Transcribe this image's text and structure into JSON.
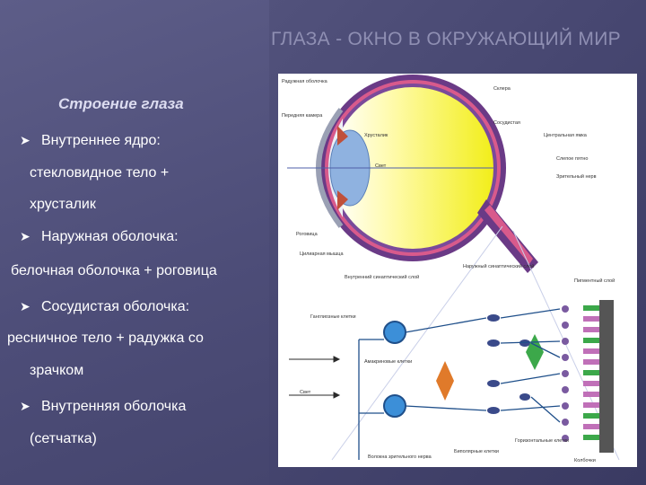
{
  "slide": {
    "title": "ГЛАЗА - ОКНО В ОКРУЖАЮЩИЙ МИР",
    "subtitle": "Строение глаза",
    "bullets": [
      {
        "text": "Внутреннее ядро:",
        "bullet": true
      },
      {
        "text": "стекловидное тело +",
        "bullet": false
      },
      {
        "text": "хрусталик",
        "bullet": false
      },
      {
        "text": "Наружная оболочка:",
        "bullet": true
      },
      {
        "text": "белочная оболочка + роговица",
        "bullet": false
      },
      {
        "text": "Сосудистая оболочка:",
        "bullet": true
      },
      {
        "text": "ресничное тело + радужка со",
        "bullet": false
      },
      {
        "text": "зрачком",
        "bullet": false
      },
      {
        "text": "Внутренняя оболочка",
        "bullet": true
      },
      {
        "text": "(сетчатка)",
        "bullet": false
      }
    ]
  },
  "figure": {
    "labels": {
      "raduzhnaya": "Радужная оболочка",
      "sklera": "Склера",
      "perednyaya_kamera": "Передняя камера",
      "khrustalik": "Хрусталик",
      "sosudistaya": "Сосудистая",
      "tsentralnaya_yamka": "Центральная ямка",
      "slepoe_pyatno": "Слепое пятно",
      "zritelny_nerv": "Зрительный нерв",
      "svet": "Свет",
      "rogovitsa": "Роговица",
      "tsiliarnaya": "Цилиарная мышца",
      "vnutrenny_sloy": "Внутренний синаптический слой",
      "naruzhny_sloy": "Наружный синаптический слой",
      "pigmentny_sloy": "Пигментный слой",
      "ganglioznye": "Ганглиозные клетки",
      "amakrinovye": "Амакриновые клетки",
      "bipolyarnye": "Биполярные клетки",
      "gorizontalnye": "Горизонтальные клетки",
      "svet2": "Свет",
      "volokna": "Волокна зрительного нерва",
      "kolbochki": "Колбочки"
    }
  }
}
